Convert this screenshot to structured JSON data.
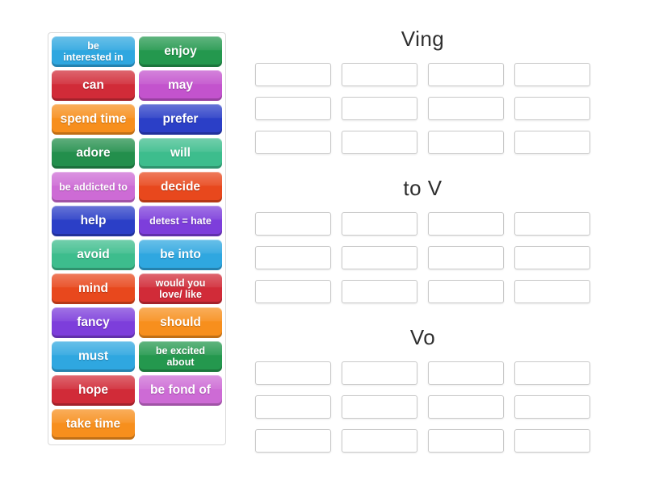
{
  "page": {
    "background_color": "#ffffff"
  },
  "word_bank": {
    "tiles": [
      {
        "label": "be\ninterested in",
        "color": "#2FA7E0"
      },
      {
        "label": "enjoy",
        "color": "#24984E"
      },
      {
        "label": "can",
        "color": "#D12B38"
      },
      {
        "label": "may",
        "color": "#C353CD"
      },
      {
        "label": "spend time",
        "color": "#F78F1D"
      },
      {
        "label": "prefer",
        "color": "#2B3FC7"
      },
      {
        "label": "adore",
        "color": "#238F4C"
      },
      {
        "label": "will",
        "color": "#3DBD8D"
      },
      {
        "label": "be addicted to",
        "color": "#CD6BD5"
      },
      {
        "label": "decide",
        "color": "#E8481D"
      },
      {
        "label": "help",
        "color": "#2B3FC7"
      },
      {
        "label": "detest = hate",
        "color": "#7D3EDB"
      },
      {
        "label": "avoid",
        "color": "#3DBD8D"
      },
      {
        "label": "be into",
        "color": "#2FA7E0"
      },
      {
        "label": "mind",
        "color": "#E8481D"
      },
      {
        "label": "would you\nlove/ like",
        "color": "#D12B38"
      },
      {
        "label": "fancy",
        "color": "#7D3EDB"
      },
      {
        "label": "should",
        "color": "#F78F1D"
      },
      {
        "label": "must",
        "color": "#2FA7E0"
      },
      {
        "label": "be excited\nabout",
        "color": "#24984E"
      },
      {
        "label": "hope",
        "color": "#D12B38"
      },
      {
        "label": "be fond of",
        "color": "#CD6BD5"
      },
      {
        "label": "take time",
        "color": "#F78F1D"
      }
    ]
  },
  "groups": [
    {
      "title": "Ving",
      "columns": 4,
      "rows": 3
    },
    {
      "title": "to V",
      "columns": 4,
      "rows": 3
    },
    {
      "title": "Vo",
      "columns": 4,
      "rows": 3
    }
  ],
  "slot_style": {
    "border_color": "#C9C9C9",
    "fill_color": "#FFFFFF"
  }
}
